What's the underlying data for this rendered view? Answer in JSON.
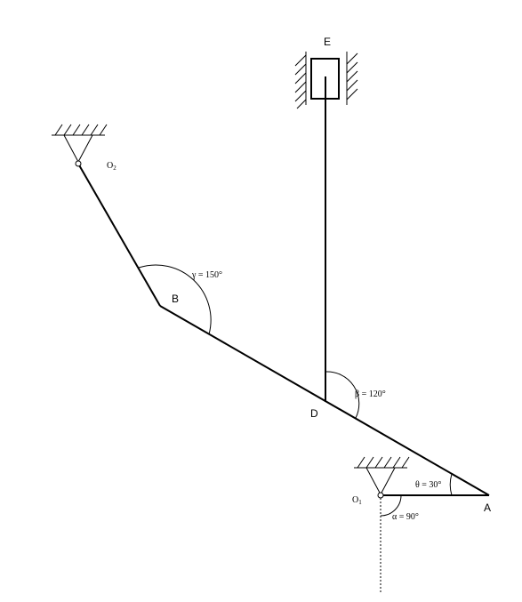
{
  "labels": {
    "E": "E",
    "O2": "O",
    "O2_sub": "2",
    "B": "B",
    "D": "D",
    "O1": "O",
    "O1_sub": "1",
    "A": "A"
  },
  "angles": {
    "gamma": "γ = 150°",
    "beta": "β = 120°",
    "theta": "θ = 30°",
    "alpha": "α = 90°"
  }
}
